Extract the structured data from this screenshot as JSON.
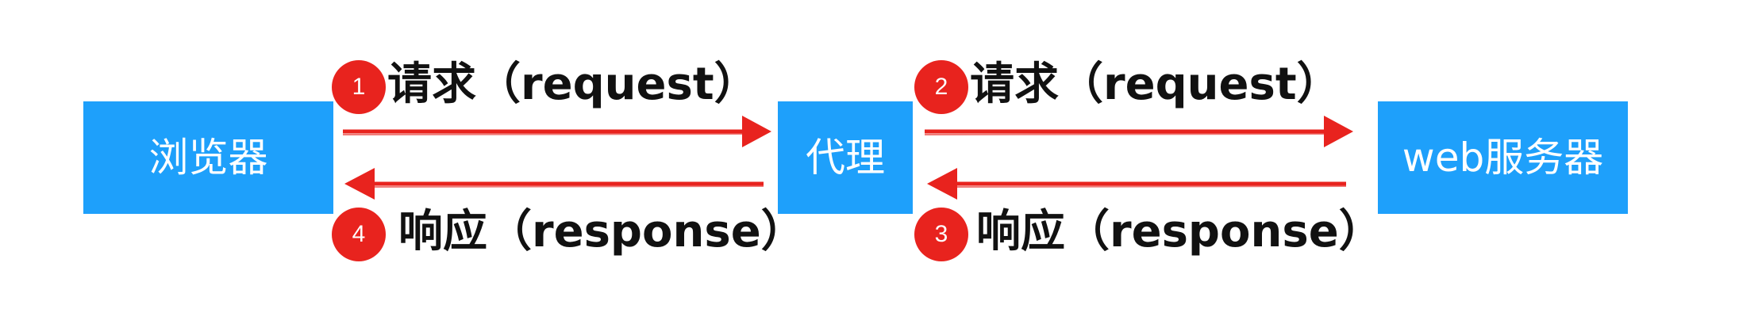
{
  "nodes": {
    "browser": "浏览器",
    "proxy": "代理",
    "server": "web服务器"
  },
  "steps": [
    {
      "number": "1",
      "label": "请求（request）",
      "direction": "browser-to-proxy"
    },
    {
      "number": "2",
      "label": "请求（request）",
      "direction": "proxy-to-server"
    },
    {
      "number": "3",
      "label": "响应（response）",
      "direction": "server-to-proxy"
    },
    {
      "number": "4",
      "label": "响应（response）",
      "direction": "proxy-to-browser"
    }
  ],
  "colors": {
    "node_fill": "#1ea0fb",
    "node_text": "#ffffff",
    "arrow": "#e8231e",
    "badge_fill": "#e8231e",
    "label_text": "#111111"
  }
}
